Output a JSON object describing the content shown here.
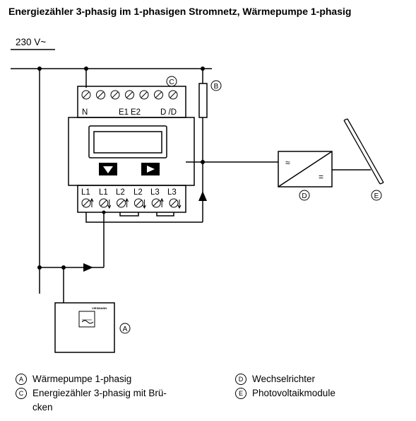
{
  "title": "Energiezähler 3-phasig im 1-phasigen Stromnetz, Wärmepumpe 1-phasig",
  "supply_label": "230 V~",
  "meter": {
    "top_labels": [
      "N",
      "E1",
      "E2",
      "D /D"
    ],
    "bottom_labels": [
      "L1",
      "L1",
      "L2",
      "L2",
      "L3",
      "L3"
    ],
    "nav_left_glyph": "▼",
    "nav_right_glyph": "▶"
  },
  "component_markers": {
    "A": "A",
    "B": "B",
    "C": "C",
    "D": "D",
    "E": "E"
  },
  "inverter_symbols": {
    "ac": "≈",
    "dc": "="
  },
  "heatpump_brand": "VIESMANN",
  "legend": [
    {
      "letter": "A",
      "text": "Wärmepumpe 1-phasig"
    },
    {
      "letter": "C",
      "text": "Energiezähler 3-phasig mit Brü-\ncken"
    },
    {
      "letter": "D",
      "text": "Wechselrichter"
    },
    {
      "letter": "E",
      "text": "Photovoltaikmodule"
    }
  ]
}
